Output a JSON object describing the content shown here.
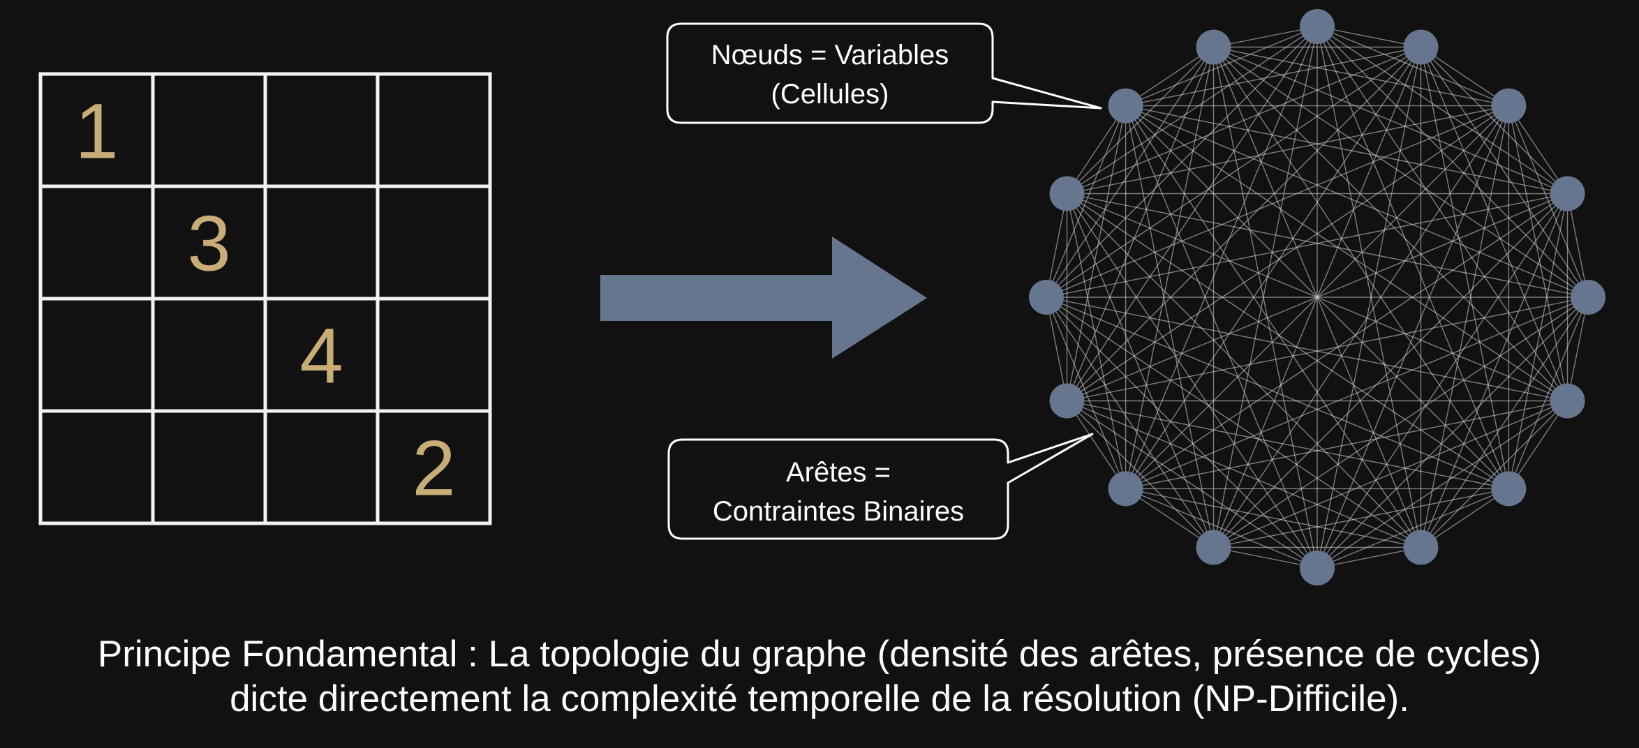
{
  "grid": {
    "size": 4,
    "cells": [
      [
        "1",
        "",
        "",
        ""
      ],
      [
        "",
        "3",
        "",
        ""
      ],
      [
        "",
        "",
        "4",
        ""
      ],
      [
        "",
        "",
        "",
        "2"
      ]
    ]
  },
  "callouts": {
    "nodes": {
      "line1": "Nœuds = Variables",
      "line2": "(Cellules)"
    },
    "edges": {
      "line1": "Arêtes =",
      "line2": "Contraintes Binaires"
    }
  },
  "graph": {
    "node_count": 16,
    "complete": true
  },
  "caption": {
    "line1": "Principe Fondamental : La topologie du graphe (densité des arêtes, présence de cycles)",
    "line2": "dicte directement la complexité temporelle de la résolution (NP-Difficile)."
  },
  "colors": {
    "background": "#111111",
    "grid_lines": "#f2f2f2",
    "grid_numbers": "#c9ad77",
    "arrow": "#66768f",
    "node_fill": "#66768f",
    "edges": "#d9d9d9",
    "callout_border": "#ffffff",
    "text": "#ffffff"
  }
}
